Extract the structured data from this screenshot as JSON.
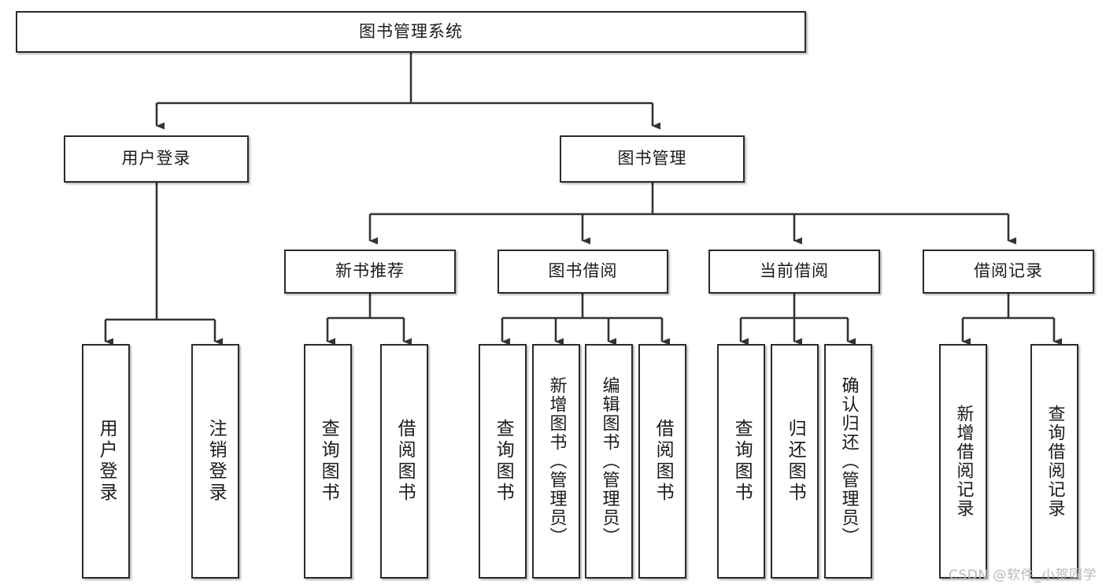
{
  "diagram": {
    "title": "图书管理系统",
    "watermark": "CSDN @软件_小贺同学",
    "colors": {
      "border": "#2b2b2b",
      "connector": "#333333",
      "background": "#ffffff",
      "text": "#1b1b1b",
      "watermark": "#b9b9b9"
    },
    "root": {
      "label": "图书管理系统",
      "orientation": "horizontal"
    },
    "level1": [
      {
        "label": "用户登录",
        "orientation": "horizontal"
      },
      {
        "label": "图书管理",
        "orientation": "horizontal"
      }
    ],
    "level2": [
      {
        "label": "新书推荐",
        "orientation": "horizontal",
        "parent": "图书管理"
      },
      {
        "label": "图书借阅",
        "orientation": "horizontal",
        "parent": "图书管理"
      },
      {
        "label": "当前借阅",
        "orientation": "horizontal",
        "parent": "图书管理"
      },
      {
        "label": "借阅记录",
        "orientation": "horizontal",
        "parent": "图书管理"
      }
    ],
    "leaves": [
      {
        "label": "用户登录",
        "orientation": "vertical",
        "parent": "用户登录"
      },
      {
        "label": "注销登录",
        "orientation": "vertical",
        "parent": "用户登录"
      },
      {
        "label": "查询图书",
        "orientation": "vertical",
        "parent": "新书推荐"
      },
      {
        "label": "借阅图书",
        "orientation": "vertical",
        "parent": "新书推荐"
      },
      {
        "label": "查询图书",
        "orientation": "vertical",
        "parent": "图书借阅"
      },
      {
        "label": "新增图书（管理员）",
        "orientation": "vertical",
        "parent": "图书借阅"
      },
      {
        "label": "编辑图书（管理员）",
        "orientation": "vertical",
        "parent": "图书借阅"
      },
      {
        "label": "借阅图书",
        "orientation": "vertical",
        "parent": "图书借阅"
      },
      {
        "label": "查询图书",
        "orientation": "vertical",
        "parent": "当前借阅"
      },
      {
        "label": "归还图书",
        "orientation": "vertical",
        "parent": "当前借阅"
      },
      {
        "label": "确认归还（管理员）",
        "orientation": "vertical",
        "parent": "当前借阅"
      },
      {
        "label": "新增借阅记录",
        "orientation": "vertical",
        "parent": "借阅记录"
      },
      {
        "label": "查询借阅记录",
        "orientation": "vertical",
        "parent": "借阅记录"
      }
    ]
  }
}
